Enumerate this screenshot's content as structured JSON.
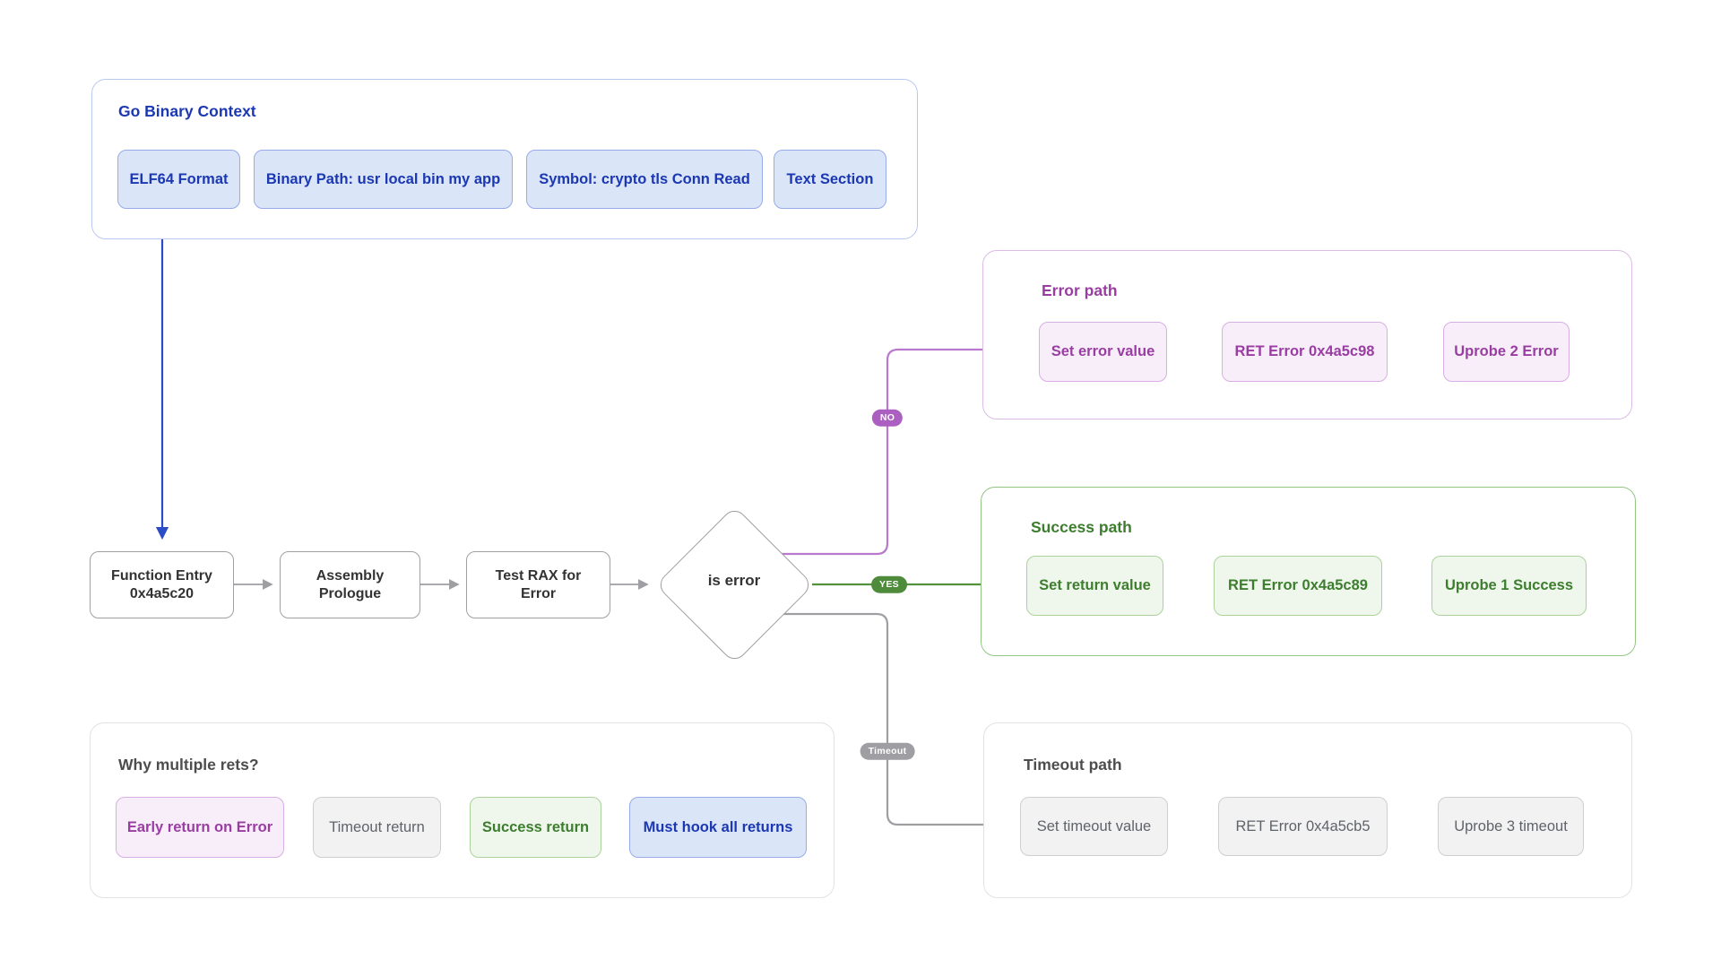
{
  "colors": {
    "blue_text": "#1b38b2",
    "blue_fill": "#dbe5f8",
    "blue_border": "#95ace9",
    "blue_container_border": "#b9c9f0",
    "blue_arrow": "#2a4cc4",
    "purple_text": "#9a3da2",
    "purple_fill": "#f7eef9",
    "purple_border": "#d9aee4",
    "purple_container_border": "#ddbbe7",
    "purple_line": "#b878cb",
    "purple_badge": "#ab5fc0",
    "green_text": "#3d7d2e",
    "green_fill": "#eff7ec",
    "green_border": "#abd29c",
    "green_container_border": "#93c683",
    "green_line": "#54913c",
    "green_badge": "#4e8b3b",
    "gray_text": "#5f6368",
    "gray_fill": "#f2f2f3",
    "gray_border": "#cfcfcf",
    "gray_container_border": "#e2e2e2",
    "gray_line": "#9e9ea3",
    "gray_badge": "#9e9ea3",
    "flow_text": "#333333",
    "flow_border": "#a0a0a4",
    "title_gray": "#4d4d4d"
  },
  "binary_context": {
    "title": "Go Binary Context",
    "items": [
      "ELF64 Format",
      "Binary Path: usr local bin my app",
      "Symbol: crypto tls Conn Read",
      "Text Section"
    ]
  },
  "main_flow": {
    "nodes": [
      "Function Entry\n0x4a5c20",
      "Assembly\nPrologue",
      "Test RAX for\nError"
    ],
    "decision": "is error"
  },
  "branch_labels": {
    "no": "NO",
    "yes": "YES",
    "timeout": "Timeout"
  },
  "error_path": {
    "title": "Error path",
    "nodes": [
      "Set error value",
      "RET Error 0x4a5c98",
      "Uprobe 2 Error"
    ]
  },
  "success_path": {
    "title": "Success path",
    "nodes": [
      "Set return value",
      "RET Error 0x4a5c89",
      "Uprobe 1 Success"
    ]
  },
  "timeout_path": {
    "title": "Timeout path",
    "nodes": [
      "Set timeout value",
      "RET Error 0x4a5cb5",
      "Uprobe 3 timeout"
    ]
  },
  "why": {
    "title": "Why multiple rets?",
    "items": [
      "Early return on Error",
      "Timeout return",
      "Success return",
      "Must hook all returns"
    ]
  }
}
